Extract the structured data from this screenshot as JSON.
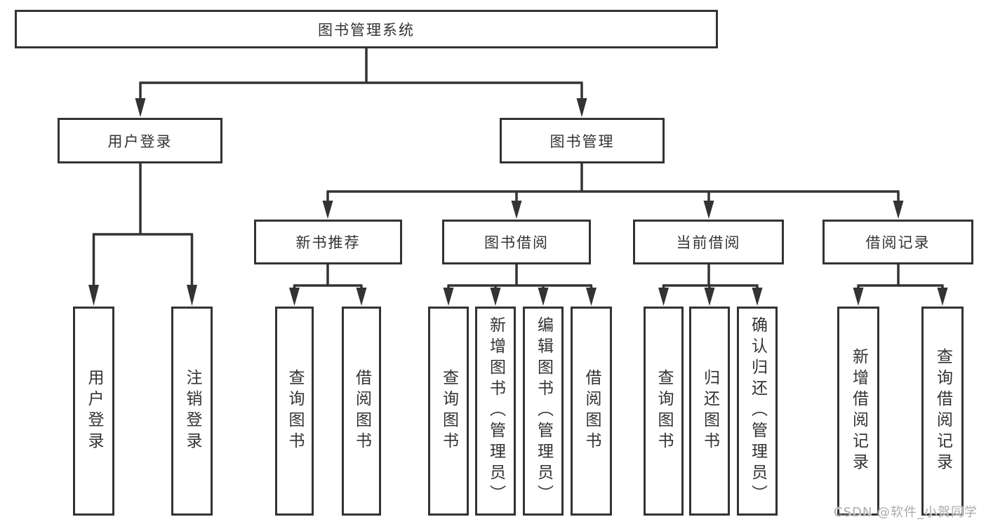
{
  "diagram_title": "图书管理系统",
  "nodes": {
    "root": "图书管理系统",
    "level2": [
      "用户登录",
      "图书管理"
    ],
    "level3": [
      "新书推荐",
      "图书借阅",
      "当前借阅",
      "借阅记录"
    ],
    "leaves": [
      "用户登录",
      "注销登录",
      "查询图书",
      "借阅图书",
      "查询图书",
      "新增图书（管理员）",
      "编辑图书（管理员）",
      "借阅图书",
      "查询图书",
      "归还图书",
      "确认归还（管理员）",
      "新增借阅记录",
      "查询借阅记录"
    ]
  },
  "hierarchy": {
    "图书管理系统": {
      "用户登录": [
        "用户登录",
        "注销登录"
      ],
      "图书管理": {
        "新书推荐": [
          "查询图书",
          "借阅图书"
        ],
        "图书借阅": [
          "查询图书",
          "新增图书（管理员）",
          "编辑图书（管理员）",
          "借阅图书"
        ],
        "当前借阅": [
          "查询图书",
          "归还图书",
          "确认归还（管理员）"
        ],
        "借阅记录": [
          "新增借阅记录",
          "查询借阅记录"
        ]
      }
    }
  },
  "watermark": "CSDN @软件_小贺同学",
  "colors": {
    "line": "#333333",
    "box_border": "#333333",
    "text": "#333333",
    "watermark": "#ababab",
    "background": "#ffffff"
  }
}
